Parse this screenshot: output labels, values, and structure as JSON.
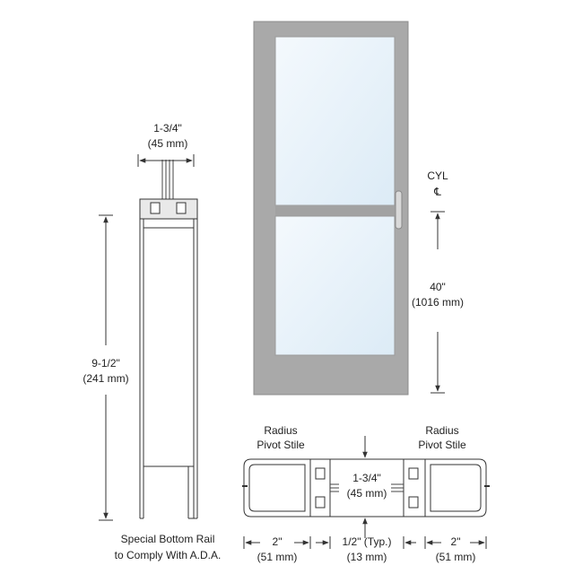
{
  "bottom_rail": {
    "top_dim": {
      "imperial": "1-3/4\"",
      "metric": "(45 mm)"
    },
    "height_dim": {
      "imperial": "9-1/2\"",
      "metric": "(241 mm)"
    },
    "caption_line1": "Special Bottom Rail",
    "caption_line2": "to Comply With A.D.A."
  },
  "door": {
    "cyl_label": "CYL",
    "centerline_symbol": "℄",
    "cyl_height": {
      "imperial": "40\"",
      "metric": "(1016 mm)"
    }
  },
  "pivot_section": {
    "left_title_line1": "Radius",
    "left_title_line2": "Pivot Stile",
    "right_title_line1": "Radius",
    "right_title_line2": "Pivot Stile",
    "gap_dim": {
      "imperial": "1-3/4\"",
      "metric": "(45 mm)"
    },
    "left_width": {
      "imperial": "2\"",
      "metric": "(51 mm)"
    },
    "center_width": {
      "imperial": "1/2\" (Typ.)",
      "metric": "(13 mm)"
    },
    "right_width": {
      "imperial": "2\"",
      "metric": "(51 mm)"
    }
  },
  "colors": {
    "frame": "#a9a9a9",
    "frame_dark": "#8c8c8c",
    "glass": "#e8f3fb",
    "line": "#333333"
  }
}
